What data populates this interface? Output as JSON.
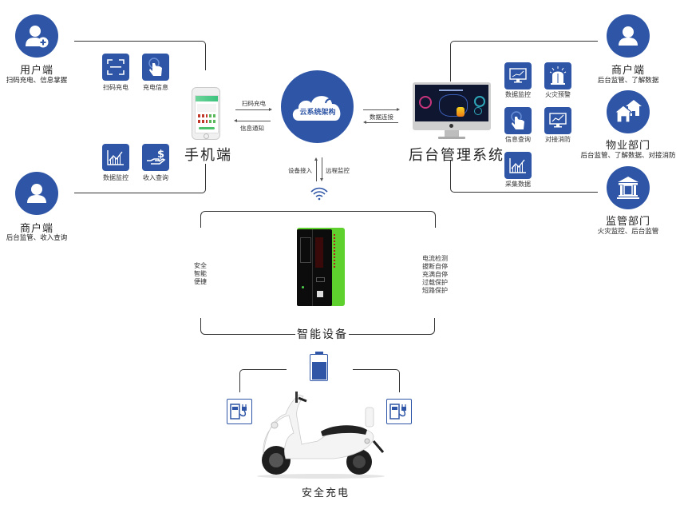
{
  "users": {
    "user": {
      "title": "用户端",
      "subtitle": "扫码充电、信息掌握",
      "icon": "user-add-icon"
    },
    "merchant_left": {
      "title": "商户端",
      "subtitle": "后台监管、收入查询",
      "icon": "user-icon"
    }
  },
  "phone": {
    "title": "手机端",
    "features": [
      {
        "label": "扫码充电",
        "icon": "scan-icon"
      },
      {
        "label": "充电信息",
        "icon": "touch-icon"
      },
      {
        "label": "数据监控",
        "icon": "chart-icon"
      },
      {
        "label": "收入查询",
        "icon": "money-hand-icon"
      }
    ]
  },
  "cloud": {
    "title": "云系统架构",
    "left_arrows": {
      "to_cloud": "扫码充电",
      "from_cloud": "信息通知"
    },
    "right_arrow": "数据连接",
    "down_arrows": {
      "up": "设备接入",
      "down": "远程监控"
    }
  },
  "backend": {
    "title": "后台管理系统",
    "features": [
      {
        "label": "数据监控",
        "icon": "monitor-chart-icon"
      },
      {
        "label": "火灾预警",
        "icon": "alarm-light-icon"
      },
      {
        "label": "信息查询",
        "icon": "touch-icon"
      },
      {
        "label": "对接消防",
        "icon": "monitor-line-icon"
      },
      {
        "label": "采集数据",
        "icon": "chart-icon"
      }
    ]
  },
  "right_roles": [
    {
      "title": "商户端",
      "subtitle": "后台监管、了解数据",
      "icon": "user-icon"
    },
    {
      "title": "物业部门",
      "subtitle": "后台监管、了解数据、对接消防",
      "icon": "houses-icon"
    },
    {
      "title": "监管部门",
      "subtitle": "火灾监控、后台监管",
      "icon": "government-building-icon"
    }
  ],
  "device": {
    "title": "智能设备",
    "left_features": [
      "安全",
      "智能",
      "便捷"
    ],
    "right_features": [
      "电流检测",
      "拔断自停",
      "充满自停",
      "过载保护",
      "短路保护"
    ]
  },
  "charging": {
    "title": "安全充电",
    "battery_level": 0.75
  },
  "colors": {
    "brand_blue": "#2f56a6",
    "device_green": "#5fd12e",
    "line": "#333333"
  }
}
